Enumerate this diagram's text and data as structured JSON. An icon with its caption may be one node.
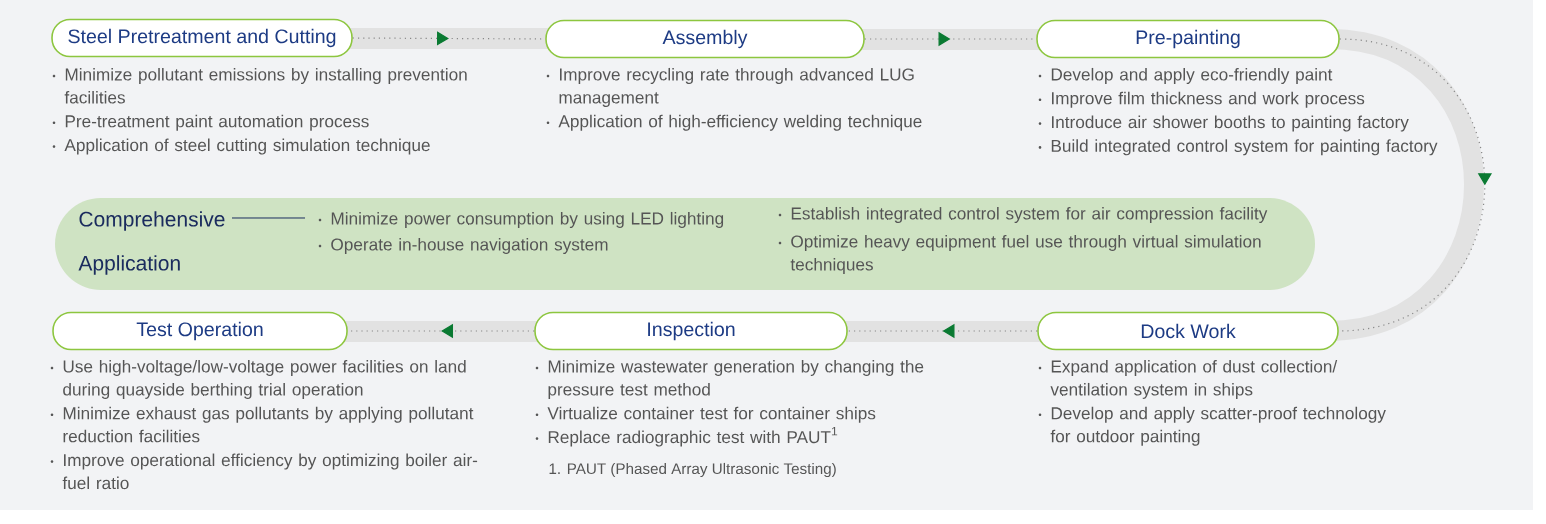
{
  "diagram": {
    "nodes": [
      {
        "text": [
          "Steel Pretreatment and Cutting"
        ],
        "beside": [
          "Minimize pollutant emissions by installing prevention facilities",
          "Pre-treatment paint automation process",
          "Application of steel cutting simulation technique"
        ]
      },
      {
        "text": [
          "Assembly"
        ],
        "beside": [
          "Improve recycling rate through advanced LUG management",
          "Application of high-efficiency welding technique"
        ]
      },
      {
        "text": [
          "Pre-painting"
        ],
        "beside": [
          "Develop and apply eco-friendly paint",
          "Improve film thickness and work process",
          "Introduce air shower booths to painting factory",
          "Build integrated control system for painting factory"
        ]
      },
      {
        "text": [
          "Comprehensive Application",
          "Minimize power consumption by using LED lighting",
          "Operate in-house navigation system",
          "Establish integrated control system for air compression facility",
          "Optimize heavy equipment fuel use through virtual simulation techniques"
        ]
      },
      {
        "text": [
          "Test Operation"
        ],
        "beside": [
          "Use high-voltage/low-voltage power facilities on land during quayside berthing trial operation",
          "Minimize exhaust gas pollutants by applying pollutant reduction facilities",
          "Improve operational efficiency by optimizing boiler air-fuel ratio"
        ]
      },
      {
        "text": [
          "Inspection"
        ],
        "beside": [
          "Minimize wastewater generation by changing the pressure test method",
          "Virtualize container test for container ships",
          "Replace radiographic test with PAUT$^{1}$"
        ]
      },
      {
        "text": [
          "Dock Work"
        ],
        "beside": [
          "Expand application of dust collection/ ventilation system in ships",
          "Develop and apply scatter-proof technology for outdoor painting"
        ]
      }
    ],
    "edges": [
      {
        "from": 0,
        "to": 1,
        "arrow": "to"
      },
      {
        "from": 1,
        "to": 2,
        "arrow": "to"
      },
      {
        "from": 2,
        "to": 6,
        "arrow": "to"
      },
      {
        "from": 6,
        "to": 5,
        "arrow": "to"
      },
      {
        "from": 5,
        "to": 4,
        "arrow": "to"
      }
    ],
    "labels": [
      "1. PAUT (Phased Array Ultrasonic Testing)"
    ]
  }
}
